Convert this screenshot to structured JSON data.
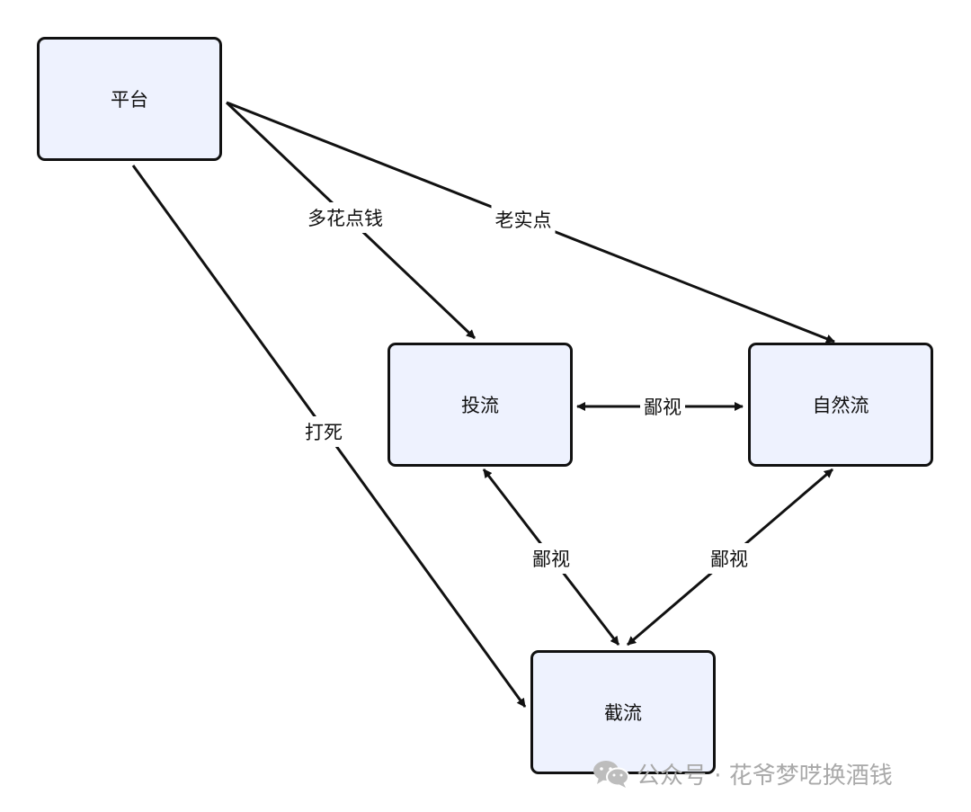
{
  "nodes": {
    "platform": "平台",
    "paid": "投流",
    "natural": "自然流",
    "intercept": "截流"
  },
  "edges": {
    "platform_paid": "多花点钱",
    "platform_natural": "老实点",
    "platform_intercept": "打死",
    "paid_natural": "鄙视",
    "paid_intercept": "鄙视",
    "natural_intercept": "鄙视"
  },
  "watermark": {
    "text": "公众号 · 花爷梦呓换酒钱",
    "icon": "wechat-icon"
  },
  "colors": {
    "node_fill": "#eef2fe",
    "stroke": "#111111",
    "watermark": "#a9a9a9"
  }
}
